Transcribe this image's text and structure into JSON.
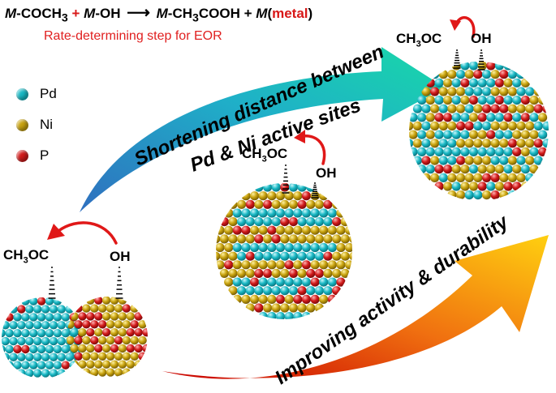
{
  "equation": {
    "m1": "M",
    "part1": "-COCH",
    "sub3": "3",
    "plus1": " + ",
    "m2": "M",
    "part2": "-OH",
    "arrow": "⟶",
    "m3": "M",
    "part3": "-CH",
    "sub3b": "3",
    "part4": "COOH + ",
    "m4": "M",
    "paren_open": "(",
    "metal": "metal",
    "paren_close": ")"
  },
  "subtitle": "Rate-determining step for EOR",
  "legend": [
    {
      "label": "Pd",
      "color": "#18b8c4"
    },
    {
      "label": "Ni",
      "color": "#c8a20e"
    },
    {
      "label": "P",
      "color": "#d21a1a"
    }
  ],
  "groups": {
    "ch3oc": {
      "a": "CH",
      "sub": "3",
      "b": "OC"
    },
    "oh": "OH"
  },
  "top_arrow_text": {
    "line1": "Shortening distance between",
    "line2": "Pd & Ni active sites"
  },
  "bottom_arrow_text": "Improving activity & durability",
  "colors": {
    "pd": "#18b8c4",
    "ni": "#c8a20e",
    "p": "#d21a1a",
    "red_text": "#e02020"
  }
}
